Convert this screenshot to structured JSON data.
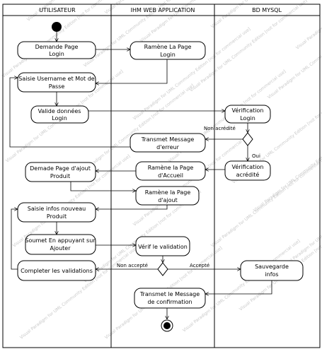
{
  "lanes": [
    {
      "id": "utilisateur",
      "title": "UTILISATEUR"
    },
    {
      "id": "ihm",
      "title": "IHM WEB APPLICATION"
    },
    {
      "id": "bd",
      "title": "BD MYSQL"
    }
  ],
  "nodes": {
    "demande_page_login": [
      "Demande Page",
      "Login"
    ],
    "ramene_page_login": [
      "Ramène La Page",
      "Login"
    ],
    "saisie_username": [
      "Saisie Username et Mot de",
      "Passe"
    ],
    "valide_donnees": [
      "Valide données",
      "Login"
    ],
    "verification_login": [
      "Vérification",
      "Login"
    ],
    "transmet_erreur": [
      "Transmet Message",
      "d'erreur"
    ],
    "demande_page_ajout": [
      "Demade Page d'ajout",
      "Produit"
    ],
    "ramene_page_accueil": [
      "Ramène la Page",
      "d'Accueil"
    ],
    "verification_acredite": [
      "Vérification",
      "acrédité"
    ],
    "ramene_page_ajout": [
      "Ramène la Page",
      "d'ajout"
    ],
    "saisie_infos": [
      "Saisie infos nouveau",
      "Produit"
    ],
    "soumet": [
      "Soumet En appuyant sur",
      "Ajouter"
    ],
    "verif_validation": [
      "Vérif le validation"
    ],
    "completer": [
      "Completer les validations"
    ],
    "sauvegarde": [
      "Sauvegarde",
      "infos"
    ],
    "transmet_confirmation": [
      "Transmet le Message",
      "de confirmation"
    ]
  },
  "edge_labels": {
    "non_acredite": "Non acrédité",
    "oui": "Oui",
    "non_accepte": "Non accepté",
    "accepte": "Accepté"
  },
  "watermark": "Visual Paradigm for UML Community Edition [not for commercial use]"
}
